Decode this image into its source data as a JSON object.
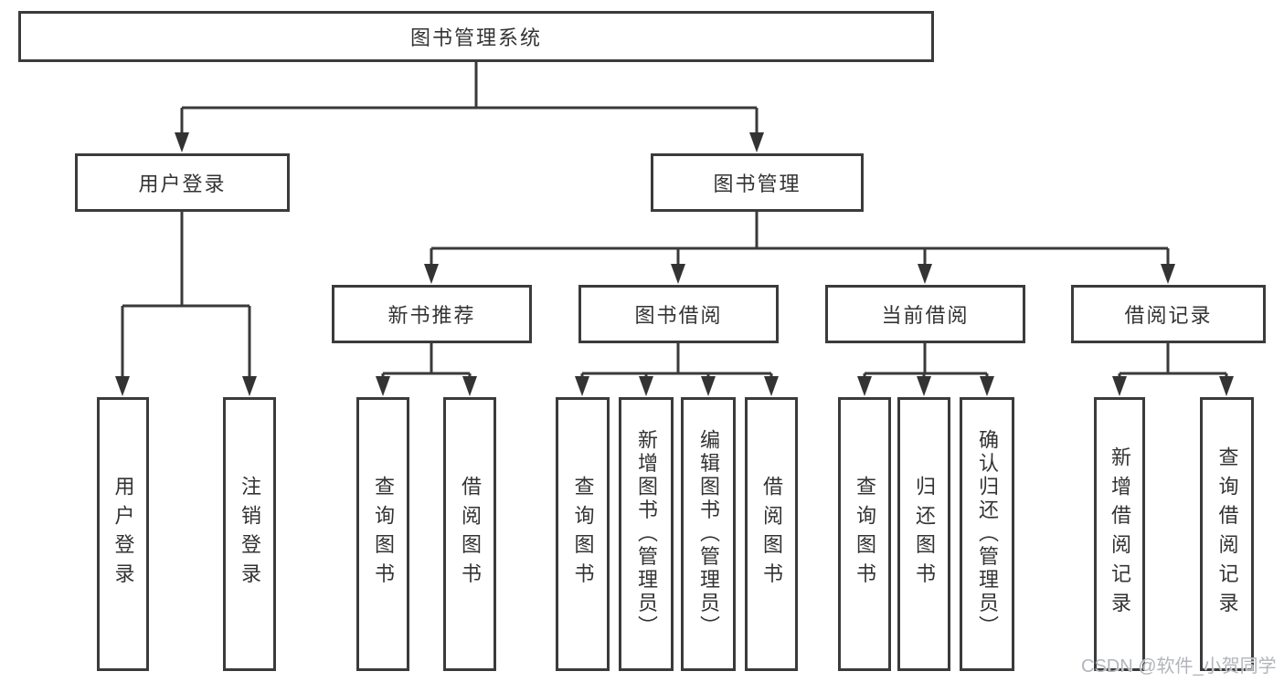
{
  "tree": {
    "root": {
      "label": "图书管理系统"
    },
    "user_login": {
      "label": "用户登录",
      "children": {
        "login": {
          "label": "用户登录"
        },
        "logout": {
          "label": "注销登录"
        }
      }
    },
    "book_mgmt": {
      "label": "图书管理",
      "children": {
        "new_books": {
          "label": "新书推荐",
          "children": {
            "search_books": {
              "label": "查询图书"
            },
            "borrow_books": {
              "label": "借阅图书"
            }
          }
        },
        "book_borrow": {
          "label": "图书借阅",
          "children": {
            "search_books": {
              "label": "查询图书"
            },
            "add_books": {
              "label": "新增图书（管理员）"
            },
            "edit_books": {
              "label": "编辑图书（管理员）"
            },
            "borrow_books": {
              "label": "借阅图书"
            }
          }
        },
        "current_borrow": {
          "label": "当前借阅",
          "children": {
            "search_books": {
              "label": "查询图书"
            },
            "return_books": {
              "label": "归还图书"
            },
            "confirm_return": {
              "label": "确认归还（管理员）"
            }
          }
        },
        "borrow_records": {
          "label": "借阅记录",
          "children": {
            "add_record": {
              "label": "新增借阅记录"
            },
            "search_record": {
              "label": "查询借阅记录"
            }
          }
        }
      }
    }
  },
  "watermark": {
    "text": "CSDN @软件_小贺同学"
  },
  "colors": {
    "line": "#3a3a3a",
    "border": "#3b3b3b",
    "text": "#333333",
    "box_bg": "#ffffff",
    "watermark": "#b2b5ba"
  }
}
